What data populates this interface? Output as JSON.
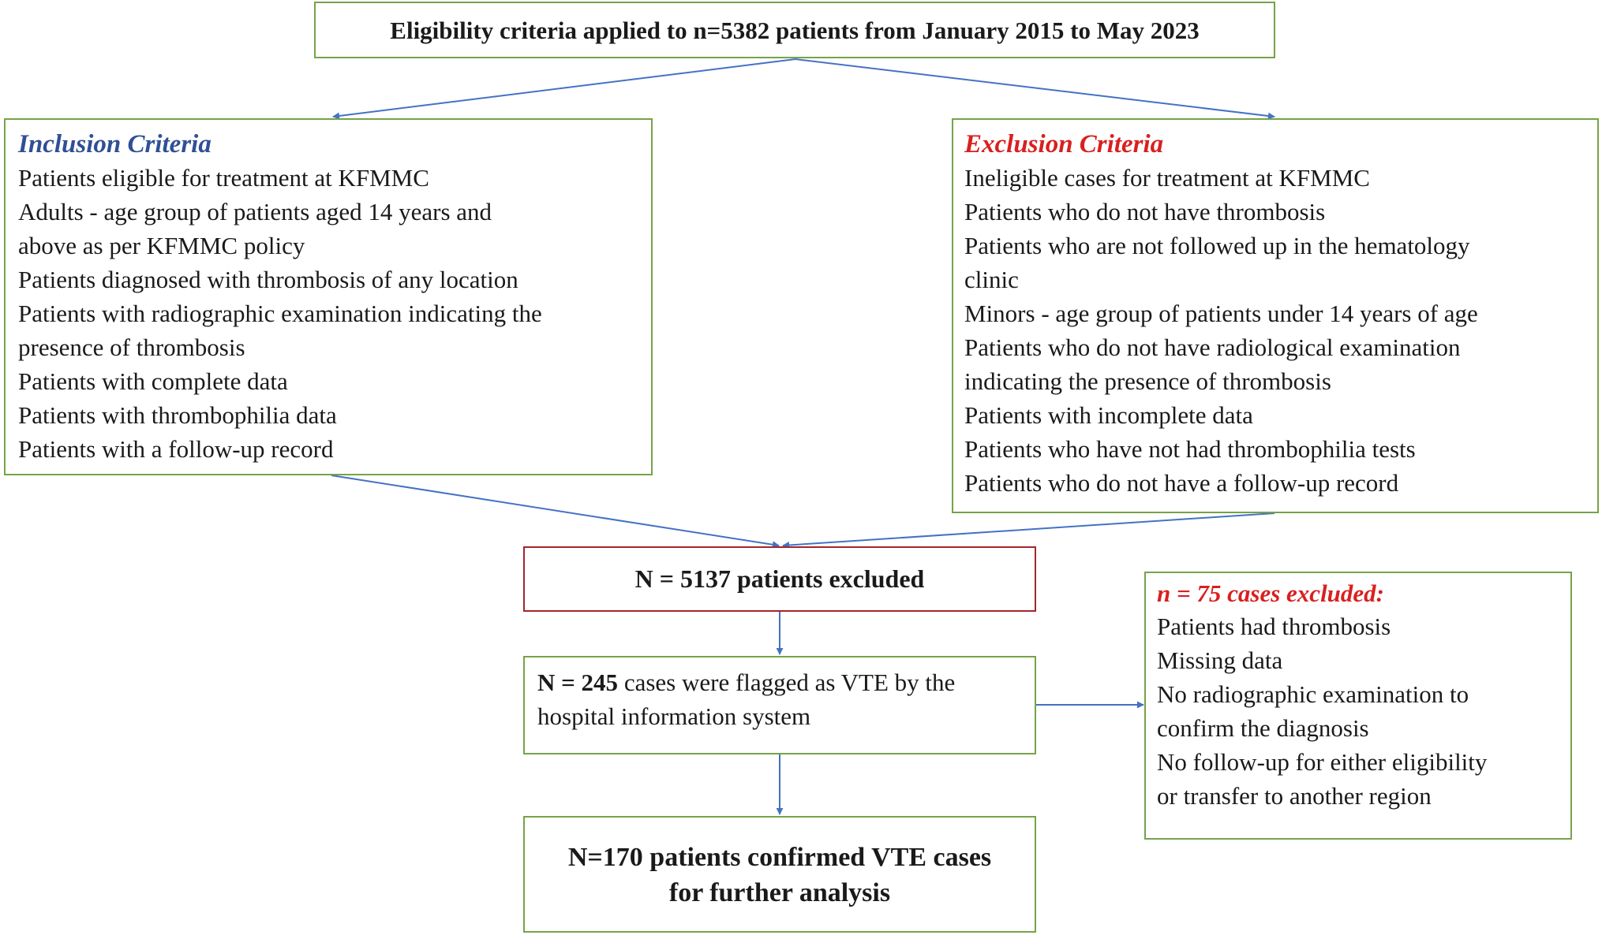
{
  "top": {
    "title": "Eligibility criteria applied to n=5382 patients from January 2015 to May 2023"
  },
  "inclusion": {
    "title": "Inclusion Criteria",
    "lines": [
      "Patients eligible for treatment at KFMMC",
      "Adults - age group of patients aged 14 years and",
      "above as per KFMMC policy",
      "Patients diagnosed with thrombosis of any location",
      "Patients with radiographic examination indicating the",
      "presence of thrombosis",
      "Patients with complete data",
      "Patients with thrombophilia data",
      "Patients with a follow-up record"
    ]
  },
  "exclusion": {
    "title": "Exclusion Criteria",
    "lines": [
      "Ineligible cases for treatment at KFMMC",
      "Patients who do not have thrombosis",
      "Patients who are not followed up in the hematology",
      "clinic",
      "Minors - age group of patients under 14 years of age",
      "Patients who do not have radiological examination",
      "indicating the presence of thrombosis",
      "Patients with incomplete data",
      "Patients who have not had thrombophilia tests",
      "Patients who do not have a follow-up record"
    ]
  },
  "excluded": {
    "text": "N = 5137 patients excluded"
  },
  "flagged": {
    "count": "N = 245",
    "line1_rest": " cases were flagged as VTE by the",
    "line2": "hospital information system"
  },
  "removed": {
    "title": "n = 75 cases excluded:",
    "lines": [
      "Patients had thrombosis",
      "Missing data",
      "No radiographic examination to",
      "confirm the diagnosis",
      "No follow-up for either eligibility",
      "or transfer to another region"
    ]
  },
  "final": {
    "line1": "N=170 patients confirmed VTE cases",
    "line2": "for further analysis"
  },
  "colors": {
    "box_border": "#76a348",
    "excluded_border": "#a3262a",
    "arrow": "#4472c4",
    "inclusion_title": "#2f4f96",
    "exclusion_title": "#d8201f"
  }
}
